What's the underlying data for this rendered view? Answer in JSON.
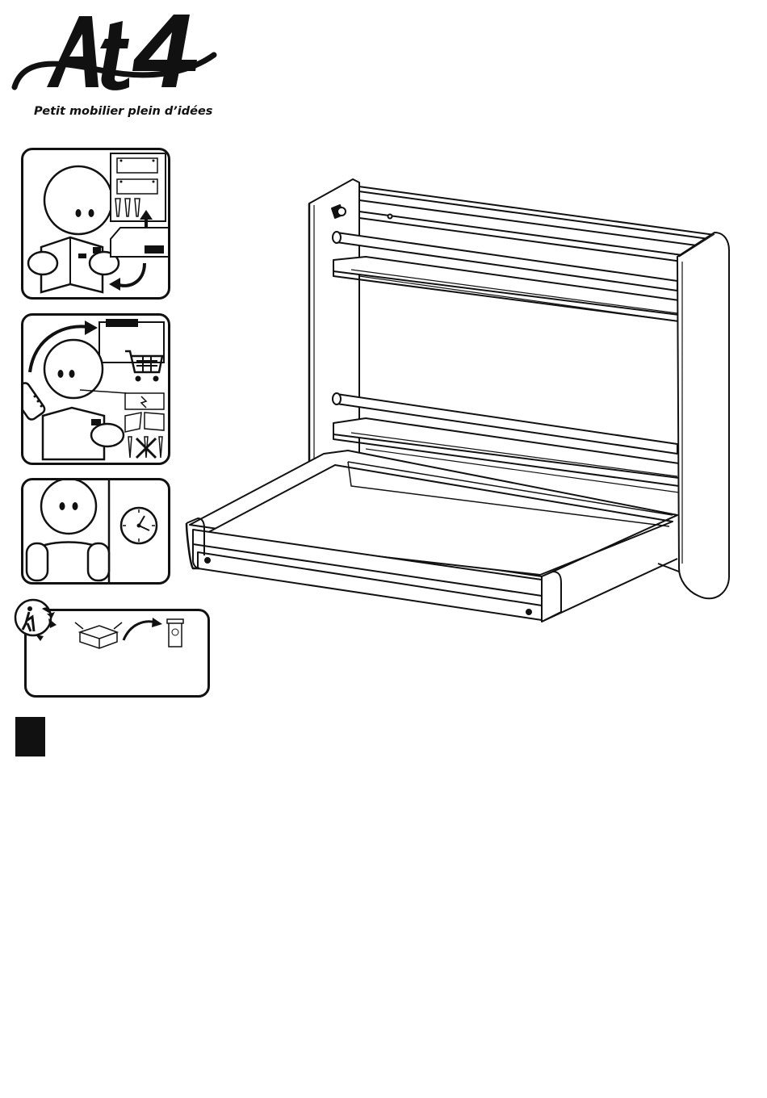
{
  "brand": {
    "logo_text": "At4",
    "tagline": "Petit mobilier plein d’idées"
  },
  "colors": {
    "ink": "#111111",
    "paper": "#ffffff"
  },
  "panels": [
    {
      "name": "read-instructions",
      "icons": [
        "person-icon",
        "instruction-book-icon",
        "parts-sheet-icon",
        "screws-icon",
        "box-icon",
        "arrow-icon"
      ]
    },
    {
      "name": "check-parts",
      "icons": [
        "person-icon",
        "phone-icon",
        "box-icon",
        "shopping-cart-icon",
        "damaged-parts-icon",
        "arrow-icon"
      ]
    },
    {
      "name": "allow-time",
      "icons": [
        "person-icon",
        "clock-icon"
      ]
    },
    {
      "name": "recycle-packaging",
      "icons": [
        "recycle-person-icon",
        "cardboard-box-icon",
        "arrow-icon",
        "recycle-bin-icon"
      ]
    }
  ]
}
